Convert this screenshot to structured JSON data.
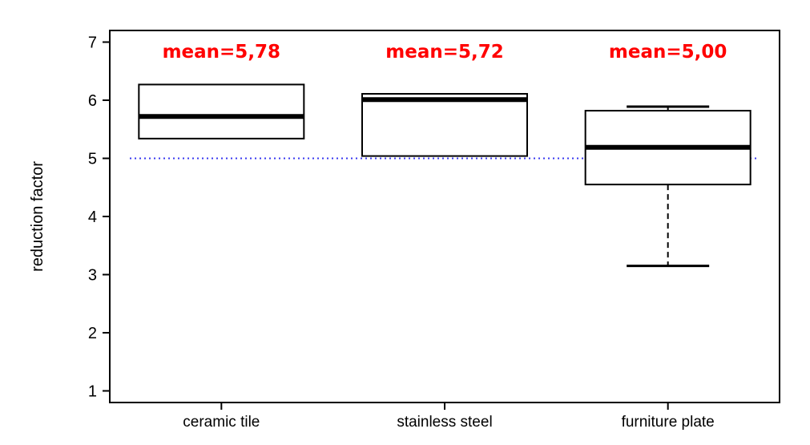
{
  "chart_data": {
    "type": "box",
    "ylabel": "reduction factor",
    "xlabel": "",
    "ylim": [
      0.8,
      7.2
    ],
    "yticks": [
      1,
      2,
      3,
      4,
      5,
      6,
      7
    ],
    "grid": false,
    "reference_line": {
      "y": 5.0,
      "style": "dotted",
      "color": "#3a3af0"
    },
    "categories": [
      "ceramic tile",
      "stainless steel",
      "furniture plate"
    ],
    "boxes": [
      {
        "category": "ceramic tile",
        "q1": 5.34,
        "median": 5.72,
        "q3": 6.27,
        "whisker_low": 5.34,
        "whisker_high": 6.27,
        "mean_label": "mean=5,78"
      },
      {
        "category": "stainless steel",
        "q1": 5.04,
        "median": 6.01,
        "q3": 6.11,
        "whisker_low": 5.04,
        "whisker_high": 6.11,
        "mean_label": "mean=5,72"
      },
      {
        "category": "furniture plate",
        "q1": 4.55,
        "median": 5.19,
        "q3": 5.82,
        "whisker_low": 3.15,
        "whisker_high": 5.89,
        "mean_label": "mean=5,00"
      }
    ],
    "colors": {
      "mean_label": "#ff0000",
      "box_stroke": "#000000",
      "box_fill": "#ffffff"
    }
  }
}
